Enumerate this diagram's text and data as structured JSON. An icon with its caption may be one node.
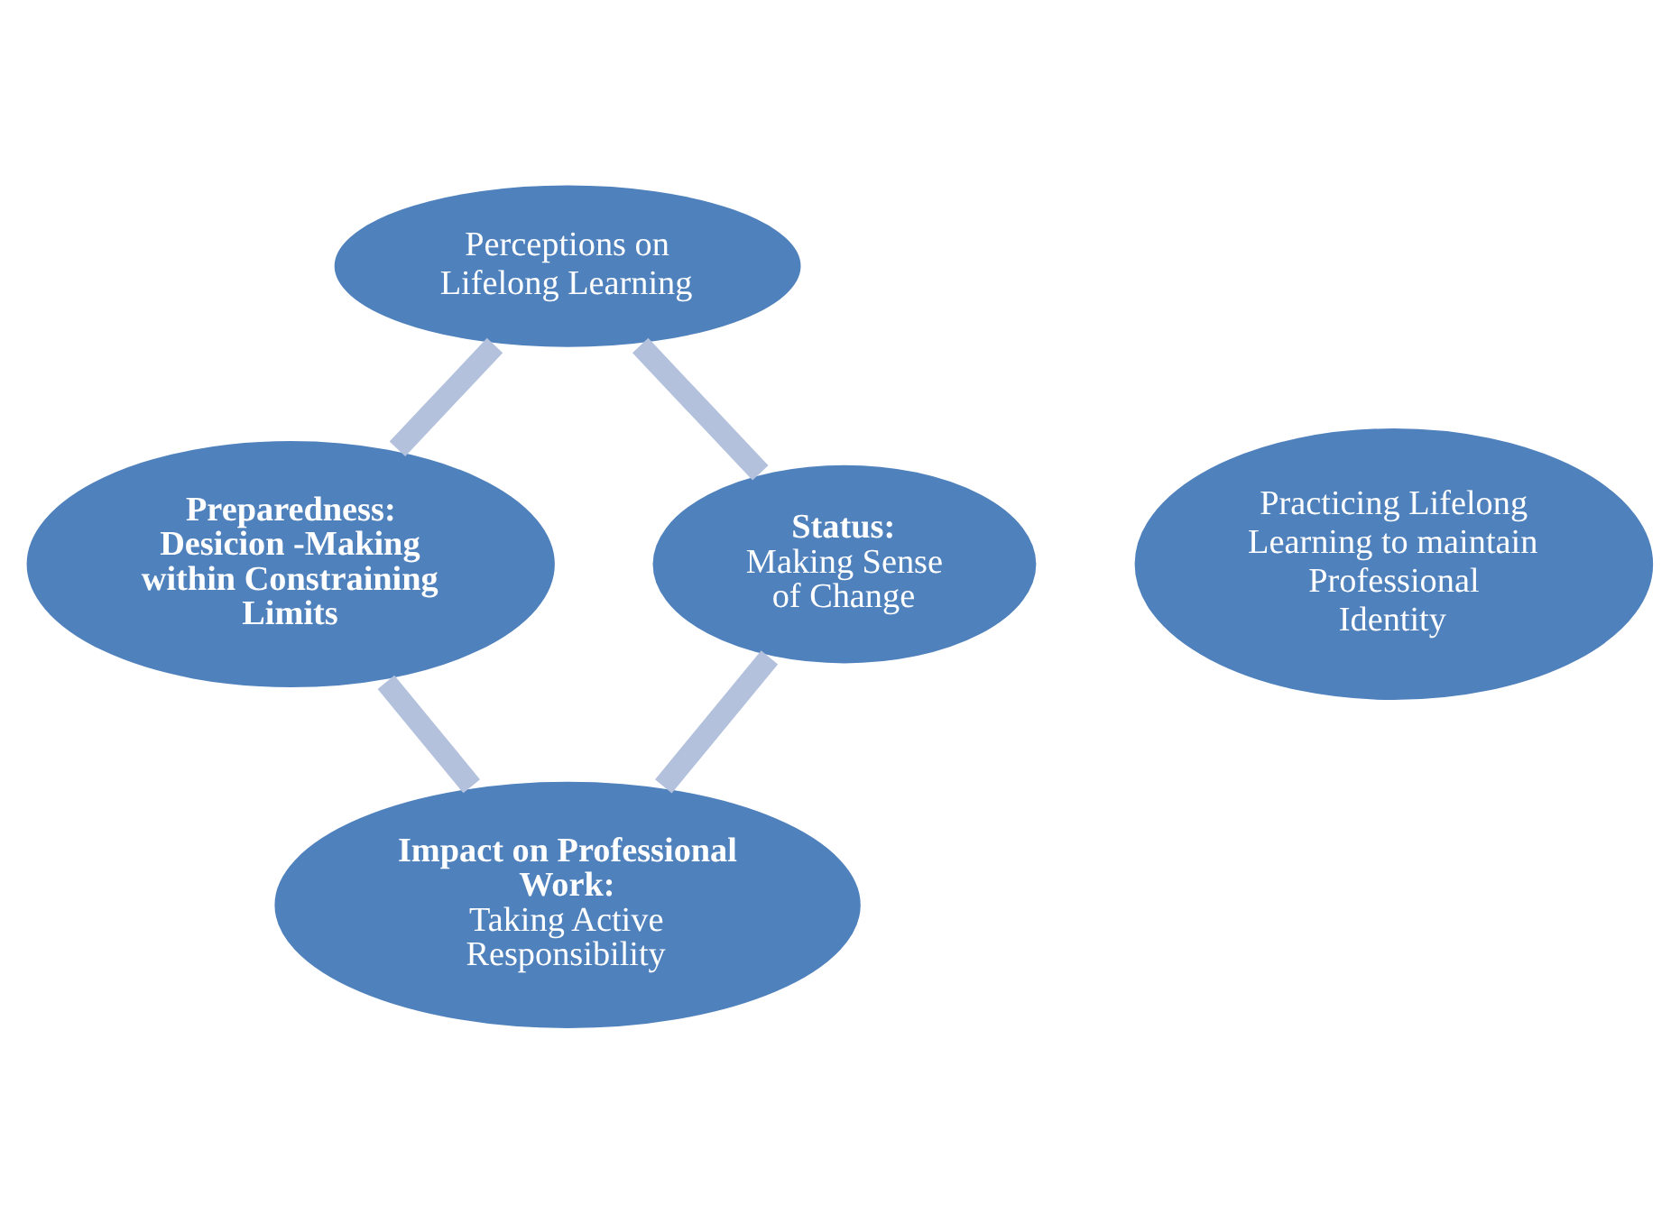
{
  "diagram": {
    "nodes": [
      {
        "text": [
          "Perceptions on Lifelong Learning"
        ]
      },
      {
        "text": [
          "Preparedness:",
          "Desicion -Making within Constraining Limits"
        ]
      },
      {
        "text": [
          "Impact on Professional Work:",
          "Taking Active Responsibility"
        ]
      },
      {
        "text": [
          "Status:",
          "Making Sense of Change"
        ]
      },
      {
        "text": [
          "Practicing Lifelong Learning to maintain Professional Identity"
        ]
      }
    ],
    "edges": [
      {
        "from": 0,
        "to": 1,
        "arrow": "none"
      },
      {
        "from": 1,
        "to": 2,
        "arrow": "none"
      },
      {
        "from": 2,
        "to": 3,
        "arrow": "none"
      },
      {
        "from": 3,
        "to": 0,
        "arrow": "none"
      }
    ]
  }
}
